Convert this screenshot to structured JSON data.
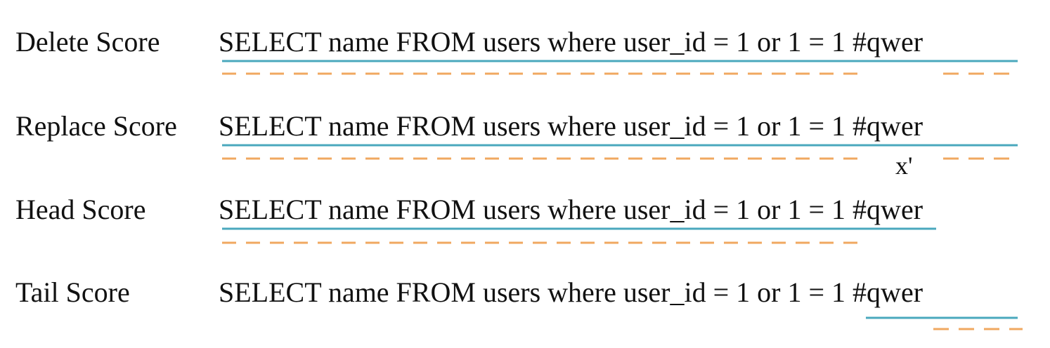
{
  "query_text": "SELECT name FROM users where user_id = 1 or 1 = 1 #qwer",
  "rows": [
    {
      "label": "Delete Score"
    },
    {
      "label": "Replace Score"
    },
    {
      "label": "Head Score"
    },
    {
      "label": "Tail Score"
    }
  ],
  "replace_marker": "x'",
  "colors": {
    "solid_underline": "#4aa8bd",
    "dashed_underline": "#f0a860",
    "text": "#111111"
  }
}
